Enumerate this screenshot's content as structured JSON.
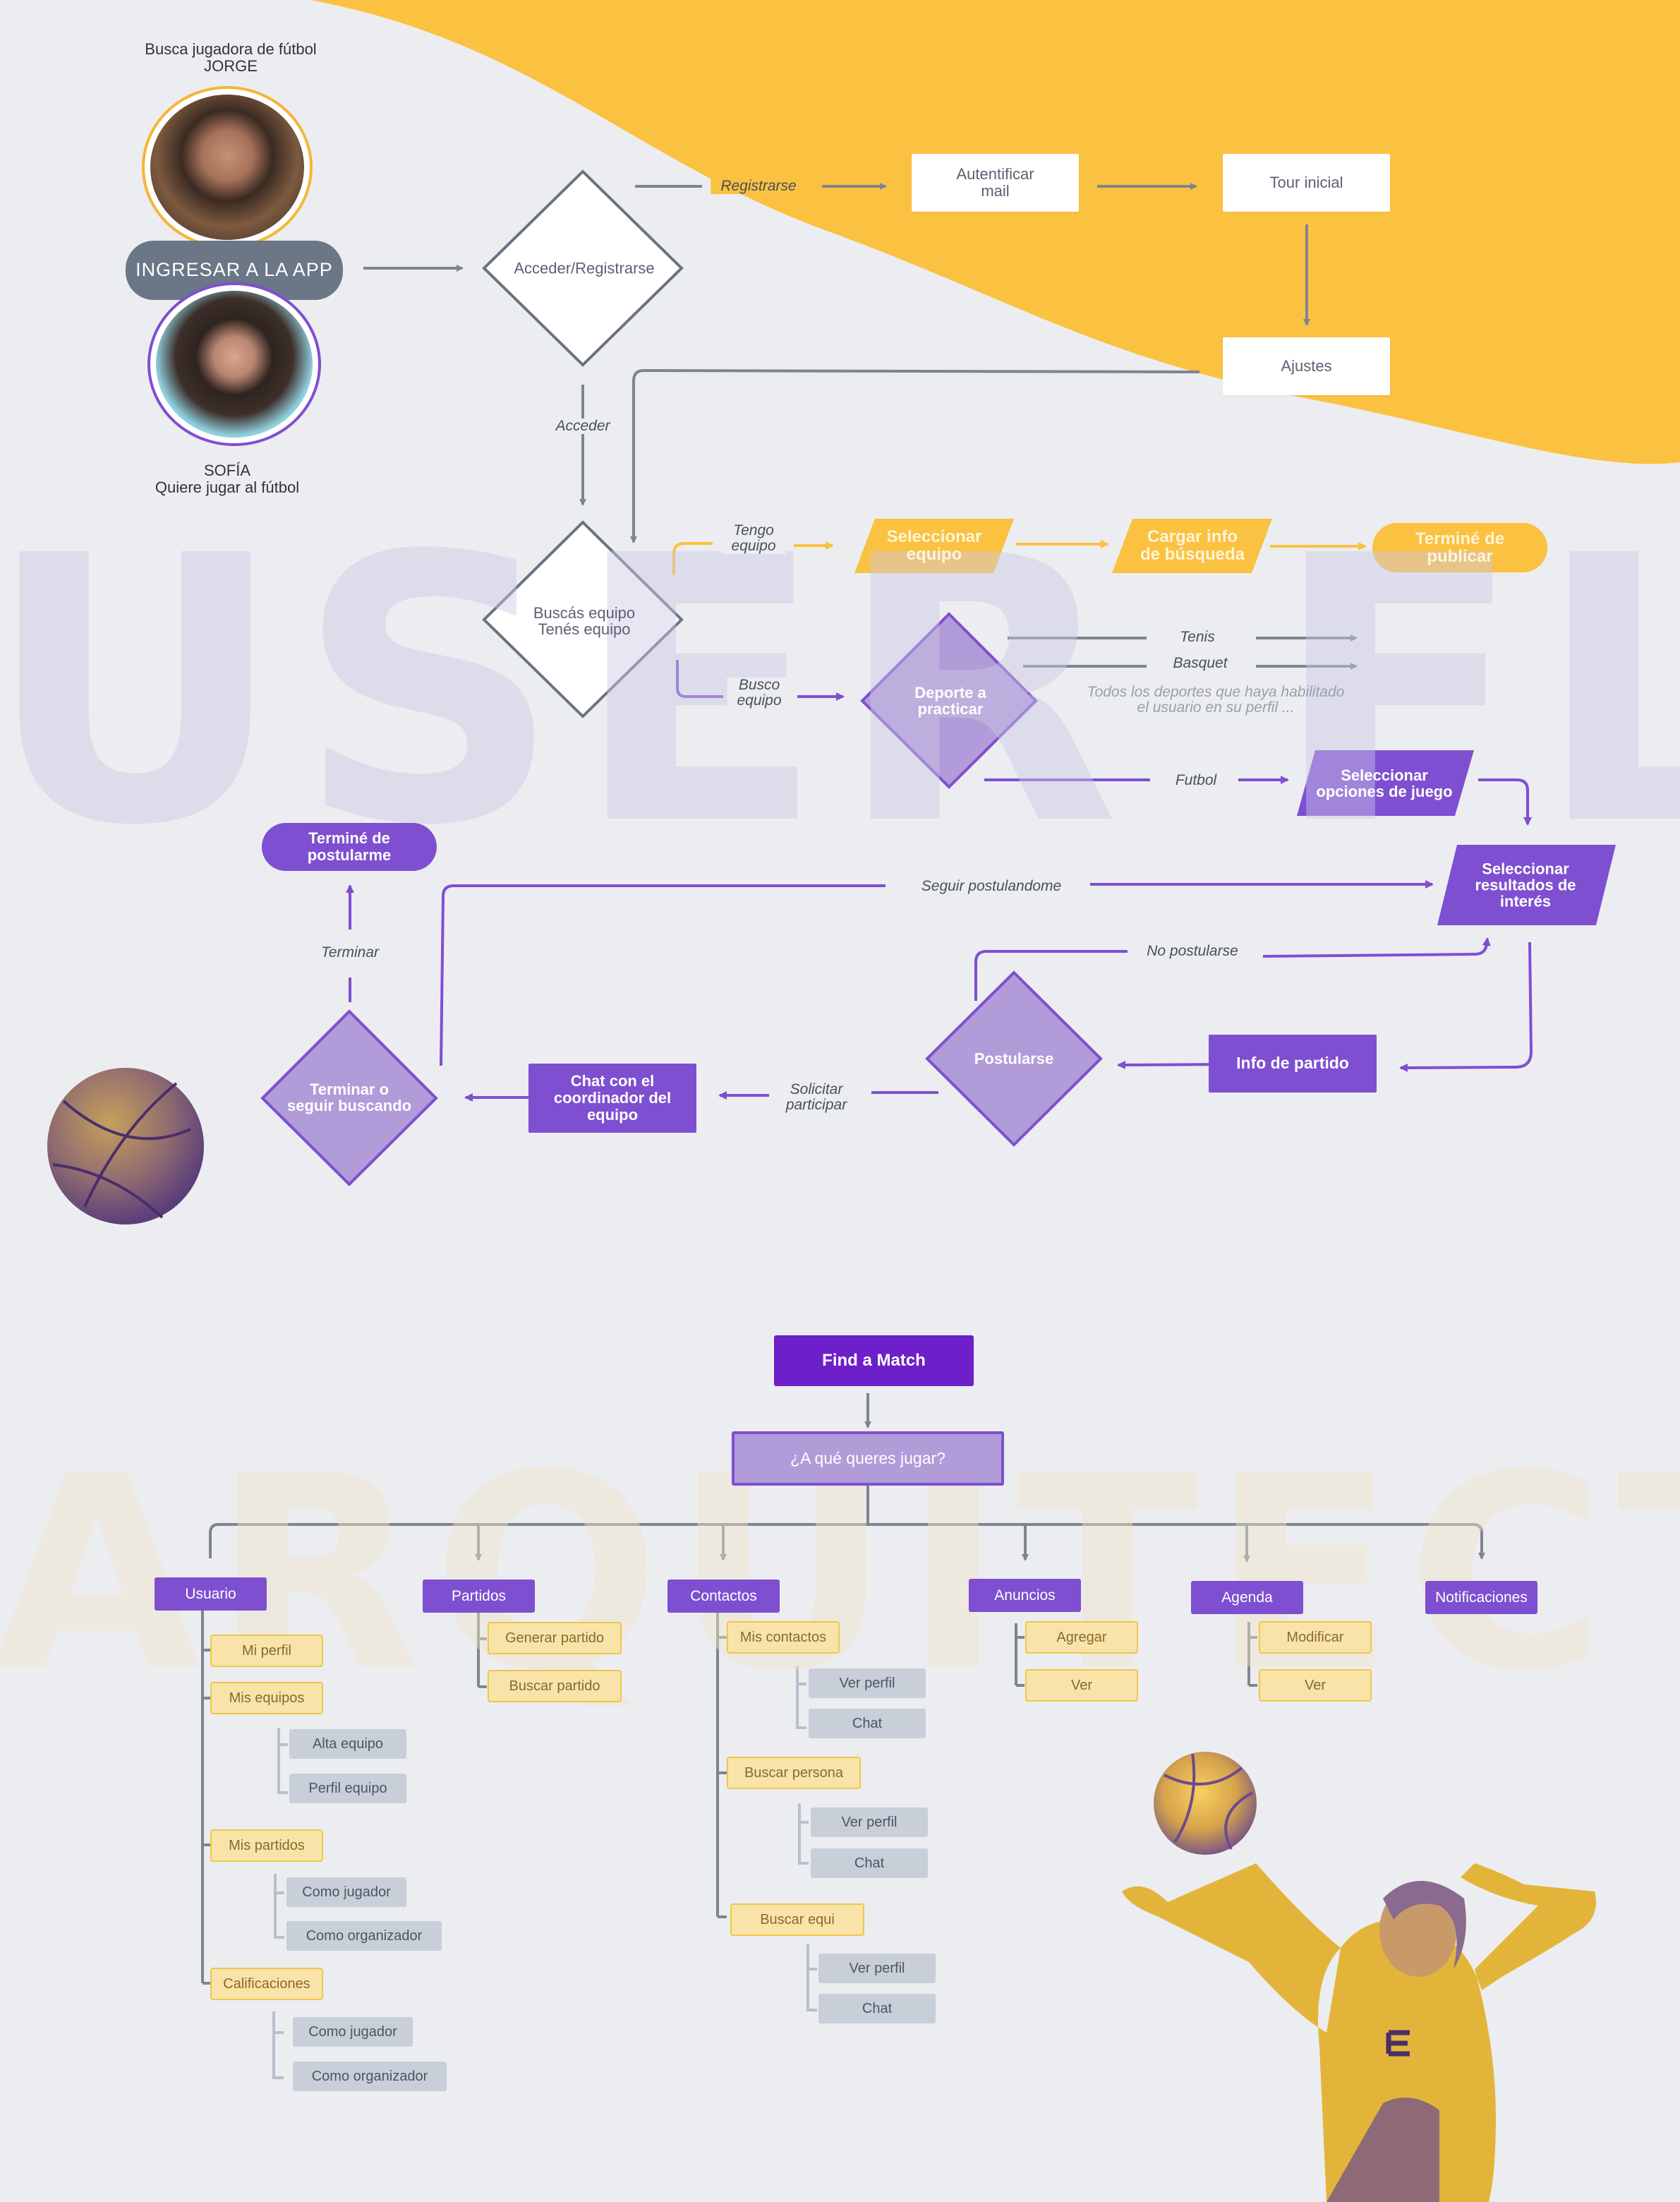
{
  "watermarks": {
    "user_flow": "USER FLOW",
    "arquitectura": "ARQUITECTUR"
  },
  "personas": {
    "jorge": {
      "line1": "Busca jugadora de fútbol",
      "line2": "JORGE"
    },
    "sofia": {
      "line1": "SOFÍA",
      "line2": "Quiere jugar al fútbol"
    }
  },
  "flow": {
    "ingresar": "INGRESAR A LA APP",
    "acceder_registrarse": "Acceder/Registrarse",
    "registrarse": "Registrarse",
    "autentificar_1": "Autentificar",
    "autentificar_2": "mail",
    "tour_inicial": "Tour inicial",
    "ajustes": "Ajustes",
    "acceder": "Acceder",
    "buscas_1": "Buscás equipo",
    "buscas_2": "Tenés  equipo",
    "tengo_1": "Tengo",
    "tengo_2": "equipo",
    "seleccionar_equipo_1": "Seleccionar",
    "seleccionar_equipo_2": "equipo",
    "cargar_1": "Cargar info",
    "cargar_2": "de búsqueda",
    "termine_publicar_1": "Terminé de",
    "termine_publicar_2": "publicar",
    "busco_1": "Busco",
    "busco_2": "equipo",
    "deporte_1": "Deporte a",
    "deporte_2": "practicar",
    "tenis": "Tenis",
    "basquet": "Basquet",
    "todos_1": "Todos los deportes que haya habilitado",
    "todos_2": "el usuario en su perfil ...",
    "futbol": "Futbol",
    "seleccionar_opciones_1": "Seleccionar",
    "seleccionar_opciones_2": "opciones de juego",
    "termine_postularme_1": "Terminé de",
    "termine_postularme_2": "postularme",
    "seguir_postulandome": "Seguir postulandome",
    "resultados_1": "Seleccionar",
    "resultados_2": "resultados de",
    "resultados_3": "interés",
    "terminar": "Terminar",
    "no_postularse": "No postularse",
    "postularse": "Postularse",
    "info_partido": "Info de partido",
    "terminar_seguir_1": "Terminar o",
    "terminar_seguir_2": "seguir buscando",
    "chat_1": "Chat con el",
    "chat_2": "coordinador del",
    "chat_3": "equipo",
    "solicitar_1": "Solicitar",
    "solicitar_2": "participar"
  },
  "ia": {
    "root": "Find a Match",
    "question": "¿A qué queres jugar?",
    "usuario": {
      "title": "Usuario",
      "mi_perfil": "Mi perfil",
      "mis_equipos": "Mis equipos",
      "alta_equipo": "Alta equipo",
      "perfil_equipo": "Perfil equipo",
      "mis_partidos": "Mis partidos",
      "como_jugador_1": "Como jugador",
      "como_organizador_1": "Como organizador",
      "calificaciones": "Calificaciones",
      "como_jugador_2": "Como jugador",
      "como_organizador_2": "Como organizador"
    },
    "partidos": {
      "title": "Partidos",
      "generar": "Generar partido",
      "buscar": "Buscar partido"
    },
    "contactos": {
      "title": "Contactos",
      "mis_contactos": "Mis contactos",
      "ver_perfil_1": "Ver perfil",
      "chat_1": "Chat",
      "buscar_persona": "Buscar persona",
      "ver_perfil_2": "Ver perfil",
      "chat_2": "Chat",
      "buscar_equi": "Buscar equi",
      "ver_perfil_3": "Ver perfil",
      "chat_3": "Chat"
    },
    "anuncios": {
      "title": "Anuncios",
      "agregar": "Agregar",
      "ver": "Ver"
    },
    "agenda": {
      "title": "Agenda",
      "modificar": "Modificar",
      "ver": "Ver"
    },
    "notificaciones": {
      "title": "Notificaciones"
    }
  },
  "colors": {
    "yellow": "#fbc140",
    "purple": "#7e4fd1",
    "light_purple": "#b19bd8",
    "grey_line": "#7d8590",
    "background": "#ecedf0"
  },
  "images": [
    "jorge-avatar",
    "sofia-avatar",
    "basketball",
    "volleyball",
    "volleyball-player"
  ]
}
